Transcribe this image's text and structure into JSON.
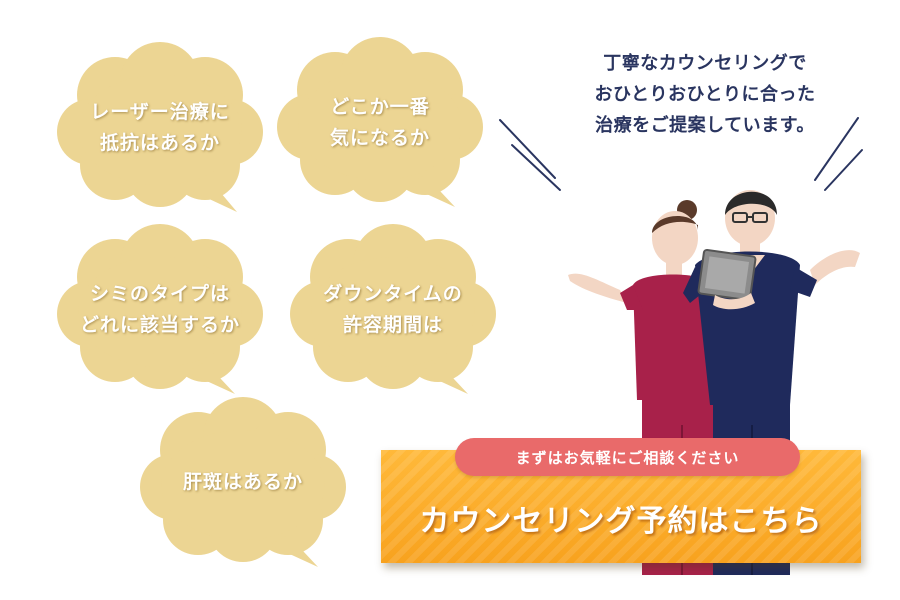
{
  "bubbles": [
    {
      "text": "レーザー治療に\n抵抗はあるか"
    },
    {
      "text": "どこか一番\n気になるか"
    },
    {
      "text": "シミのタイプは\nどれに該当するか"
    },
    {
      "text": "ダウンタイムの\n許容期間は"
    },
    {
      "text": "肝斑はあるか"
    }
  ],
  "headline": "丁寧なカウンセリングで\nおひとりおひとりに合った\n治療をご提案しています。",
  "cta": {
    "pill_text": "まずはお気軽にご相談ください",
    "button_text": "カウンセリング予約はこちら"
  },
  "colors": {
    "bubble_fill": "#ecd593",
    "headline": "#2a3560",
    "pill": "#e96a6a",
    "button": "#f8a21e",
    "scrub_red": "#a8214a",
    "scrub_navy": "#1f2a5c"
  },
  "icons": {
    "bubbles": "cloud-speech-bubble",
    "staff": "medical-staff-illustration"
  }
}
